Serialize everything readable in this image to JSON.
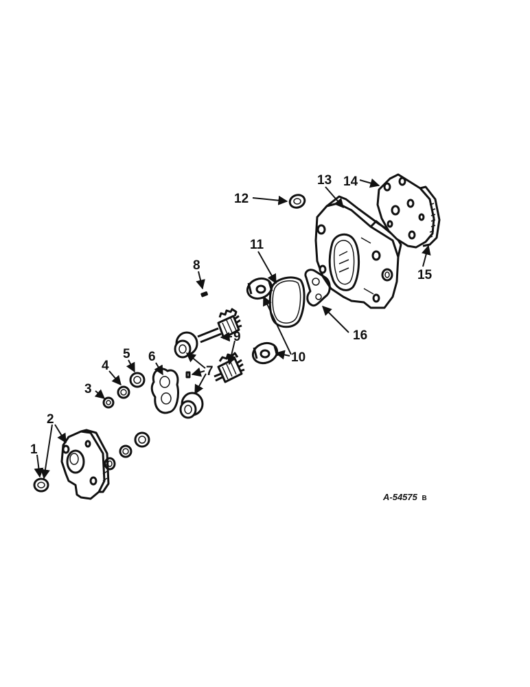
{
  "diagram": {
    "reference_code": "A-54575",
    "reference_suffix": "B",
    "callouts": [
      "1",
      "2",
      "3",
      "4",
      "5",
      "6",
      "7",
      "8",
      "9",
      "10",
      "11",
      "12",
      "13",
      "14",
      "15",
      "16"
    ]
  }
}
